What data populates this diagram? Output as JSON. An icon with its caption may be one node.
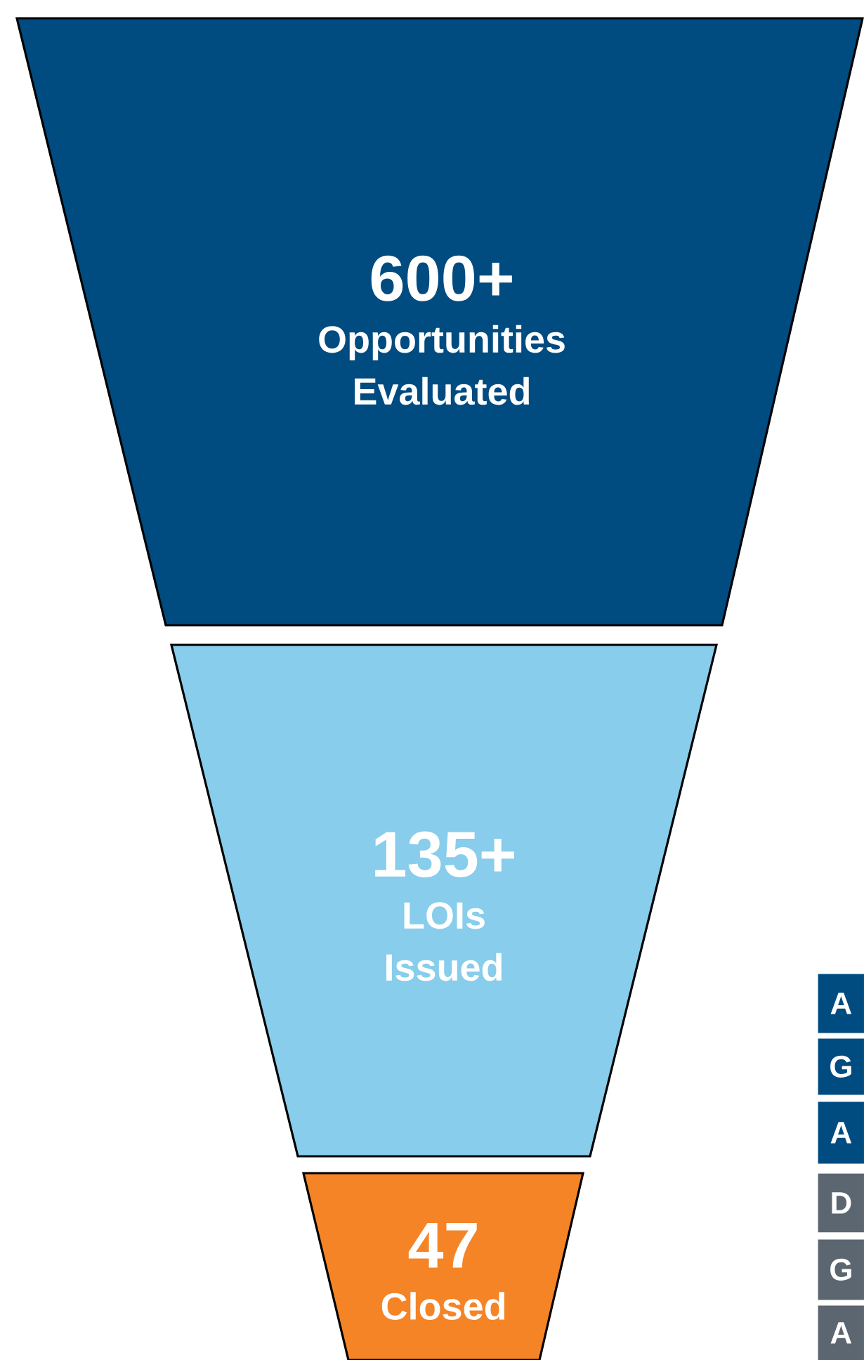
{
  "diagram": {
    "nodes": [
      {
        "text": [
          "600+",
          "Opportunities Evaluated"
        ]
      },
      {
        "text": [
          "135+",
          "LOIs Issued"
        ]
      },
      {
        "text": [
          "47",
          "Closed"
        ]
      },
      {
        "text": [
          "A"
        ]
      },
      {
        "text": [
          "G"
        ]
      },
      {
        "text": [
          "A"
        ]
      },
      {
        "text": [
          "D"
        ]
      },
      {
        "text": [
          "G"
        ]
      },
      {
        "text": [
          "A"
        ]
      }
    ]
  }
}
